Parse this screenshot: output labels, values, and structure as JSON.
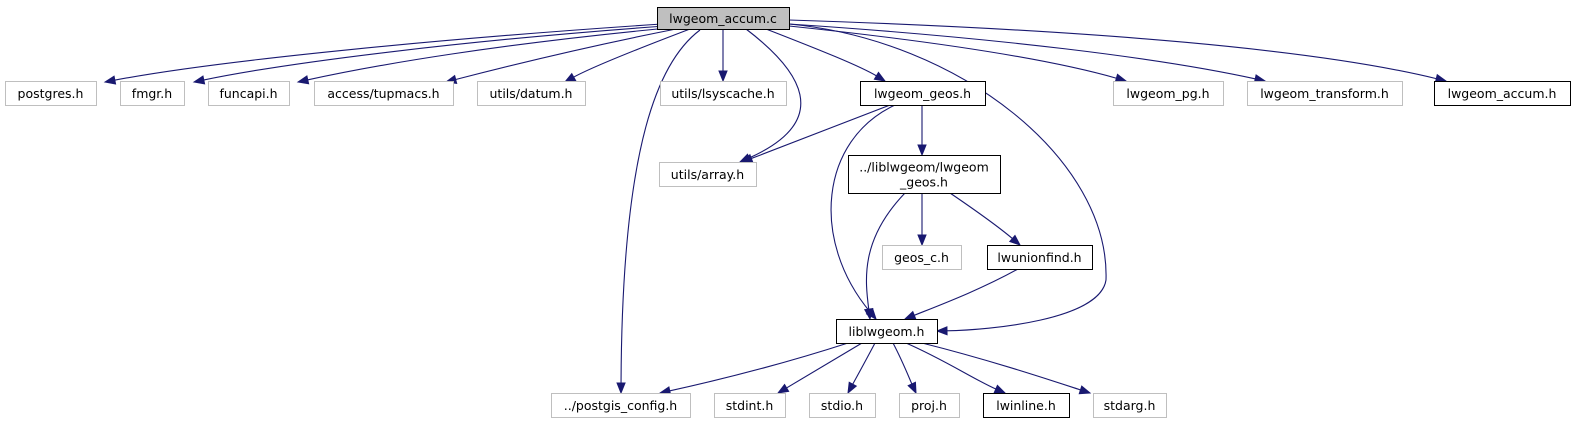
{
  "graph": {
    "title": "lwgeom_accum.c include dependency graph",
    "colors": {
      "edge": "#191970",
      "root_fill": "#bfbfbf",
      "internal_border": "#000000",
      "external_border": "#bfbfbf"
    },
    "nodes": [
      {
        "id": "root",
        "label": "lwgeom_accum.c",
        "kind": "root"
      },
      {
        "id": "postgres",
        "label": "postgres.h",
        "kind": "external"
      },
      {
        "id": "fmgr",
        "label": "fmgr.h",
        "kind": "external"
      },
      {
        "id": "funcapi",
        "label": "funcapi.h",
        "kind": "external"
      },
      {
        "id": "tupmacs",
        "label": "access/tupmacs.h",
        "kind": "external"
      },
      {
        "id": "datum",
        "label": "utils/datum.h",
        "kind": "external"
      },
      {
        "id": "lsyscache",
        "label": "utils/lsyscache.h",
        "kind": "external"
      },
      {
        "id": "lwgeom_geos",
        "label": "lwgeom_geos.h",
        "kind": "internal"
      },
      {
        "id": "lwgeom_pg",
        "label": "lwgeom_pg.h",
        "kind": "external"
      },
      {
        "id": "lwgeom_transform",
        "label": "lwgeom_transform.h",
        "kind": "external"
      },
      {
        "id": "lwgeom_accum_h",
        "label": "lwgeom_accum.h",
        "kind": "internal"
      },
      {
        "id": "array",
        "label": "utils/array.h",
        "kind": "external"
      },
      {
        "id": "lib_geos",
        "label": "../liblwgeom/lwgeom\n_geos.h",
        "kind": "internal"
      },
      {
        "id": "geos_c",
        "label": "geos_c.h",
        "kind": "external"
      },
      {
        "id": "lwunionfind",
        "label": "lwunionfind.h",
        "kind": "internal"
      },
      {
        "id": "liblwgeom",
        "label": "liblwgeom.h",
        "kind": "internal"
      },
      {
        "id": "postgis_config",
        "label": "../postgis_config.h",
        "kind": "external"
      },
      {
        "id": "stdint",
        "label": "stdint.h",
        "kind": "external"
      },
      {
        "id": "stdio",
        "label": "stdio.h",
        "kind": "external"
      },
      {
        "id": "proj",
        "label": "proj.h",
        "kind": "external"
      },
      {
        "id": "lwinline",
        "label": "lwinline.h",
        "kind": "internal"
      },
      {
        "id": "stdarg",
        "label": "stdarg.h",
        "kind": "external"
      }
    ],
    "edges": [
      {
        "from": "root",
        "to": "postgres"
      },
      {
        "from": "root",
        "to": "fmgr"
      },
      {
        "from": "root",
        "to": "funcapi"
      },
      {
        "from": "root",
        "to": "tupmacs"
      },
      {
        "from": "root",
        "to": "datum"
      },
      {
        "from": "root",
        "to": "postgis_config"
      },
      {
        "from": "root",
        "to": "lsyscache"
      },
      {
        "from": "root",
        "to": "array"
      },
      {
        "from": "root",
        "to": "lwgeom_geos"
      },
      {
        "from": "root",
        "to": "liblwgeom"
      },
      {
        "from": "root",
        "to": "lwgeom_pg"
      },
      {
        "from": "root",
        "to": "lwgeom_transform"
      },
      {
        "from": "root",
        "to": "lwgeom_accum_h"
      },
      {
        "from": "lwgeom_geos",
        "to": "array"
      },
      {
        "from": "lwgeom_geos",
        "to": "lib_geos"
      },
      {
        "from": "lwgeom_geos",
        "to": "liblwgeom"
      },
      {
        "from": "lib_geos",
        "to": "liblwgeom"
      },
      {
        "from": "lib_geos",
        "to": "geos_c"
      },
      {
        "from": "lib_geos",
        "to": "lwunionfind"
      },
      {
        "from": "lwunionfind",
        "to": "liblwgeom"
      },
      {
        "from": "liblwgeom",
        "to": "postgis_config"
      },
      {
        "from": "liblwgeom",
        "to": "stdint"
      },
      {
        "from": "liblwgeom",
        "to": "stdio"
      },
      {
        "from": "liblwgeom",
        "to": "proj"
      },
      {
        "from": "liblwgeom",
        "to": "lwinline"
      },
      {
        "from": "liblwgeom",
        "to": "stdarg"
      }
    ]
  }
}
